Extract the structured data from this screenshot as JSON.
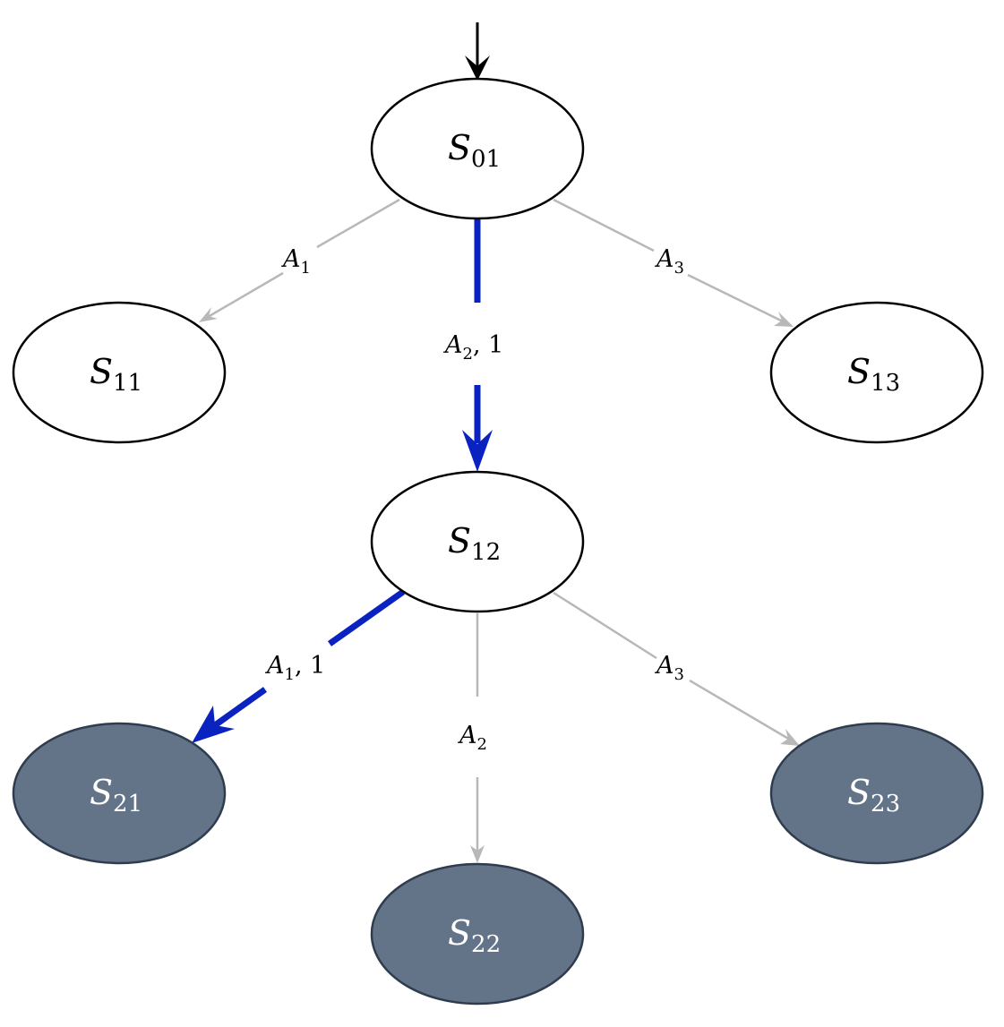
{
  "colors": {
    "active_edge": "#0a22c0",
    "inactive_edge": "#b8b8b8",
    "start_arrow": "#000000",
    "node_stroke": "#000000",
    "node_fill": "#ffffff",
    "terminal_fill": "#647488",
    "terminal_stroke": "#2e3c4e",
    "terminal_text": "#ffffff"
  },
  "nodes": {
    "s01": {
      "letter": "S",
      "sub": "01"
    },
    "s11": {
      "letter": "S",
      "sub": "11"
    },
    "s12": {
      "letter": "S",
      "sub": "12"
    },
    "s13": {
      "letter": "S",
      "sub": "13"
    },
    "s21": {
      "letter": "S",
      "sub": "21"
    },
    "s22": {
      "letter": "S",
      "sub": "22"
    },
    "s23": {
      "letter": "S",
      "sub": "23"
    }
  },
  "edges": {
    "s01_s11": {
      "letter": "A",
      "sub": "1",
      "rest": ""
    },
    "s01_s12": {
      "letter": "A",
      "sub": "2",
      "rest": ", 1"
    },
    "s01_s13": {
      "letter": "A",
      "sub": "3",
      "rest": ""
    },
    "s12_s21": {
      "letter": "A",
      "sub": "1",
      "rest": ", 1"
    },
    "s12_s22": {
      "letter": "A",
      "sub": "2",
      "rest": ""
    },
    "s12_s23": {
      "letter": "A",
      "sub": "3",
      "rest": ""
    }
  }
}
